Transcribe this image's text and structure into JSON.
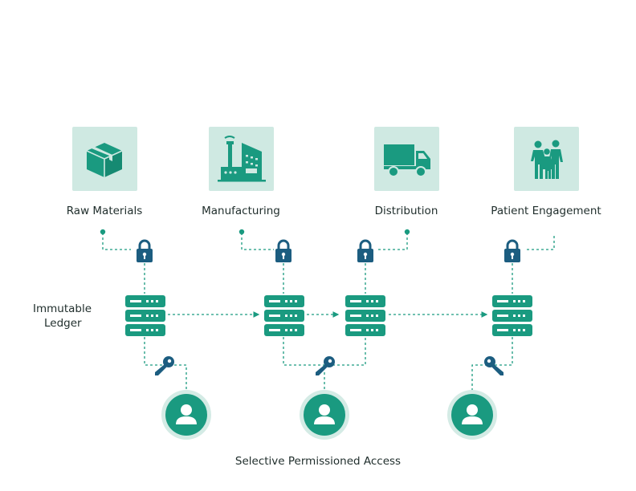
{
  "stages": [
    {
      "label": "Raw Materials",
      "icon": "box-icon"
    },
    {
      "label": "Manufacturing",
      "icon": "factory-icon"
    },
    {
      "label": "Distribution",
      "icon": "truck-icon"
    },
    {
      "label": "Patient Engagement",
      "icon": "family-icon"
    }
  ],
  "ledger": {
    "label_line1": "Immutable",
    "label_line2": "Ledger"
  },
  "footer": {
    "label": "Selective Permissioned Access"
  },
  "colors": {
    "teal": "#1a9a80",
    "tile_bg": "#cfe9e2",
    "navy": "#1c5d80",
    "ring": "#d4ebe5",
    "text": "#1f2d2b"
  }
}
